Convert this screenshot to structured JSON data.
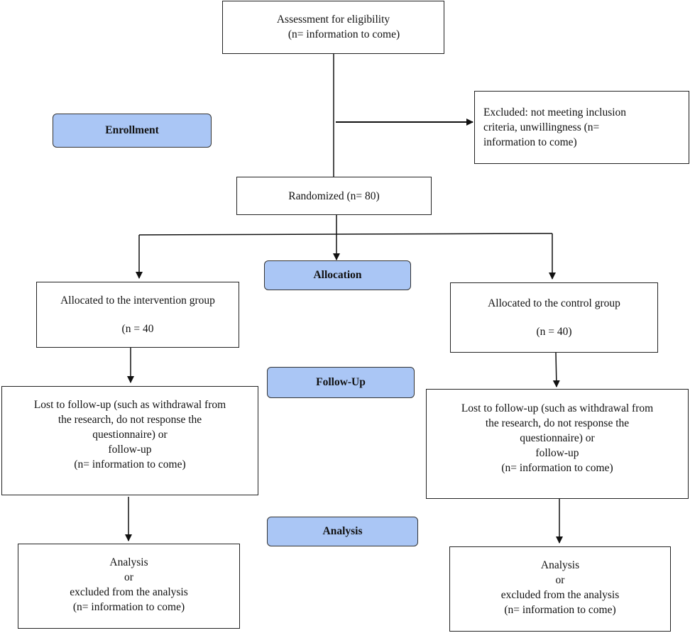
{
  "stage_labels": {
    "enrollment": "Enrollment",
    "allocation": "Allocation",
    "follow_up": "Follow-Up",
    "analysis": "Analysis"
  },
  "assessment": {
    "line1": "Assessment for eligibility",
    "line2": "(n= information to come)"
  },
  "excluded": {
    "line1": "Excluded: not meeting inclusion",
    "line2": "criteria, unwillingness (n=",
    "line3": "information to come)"
  },
  "randomized": {
    "text": "Randomized (n= 80)"
  },
  "intervention": {
    "allocated": {
      "line1": "Allocated to the intervention group",
      "line2": "(n = 40"
    },
    "follow_up": {
      "line1": "Lost to follow-up (such as withdrawal from",
      "line2": "the research, do not response the",
      "line3": "questionnaire) or",
      "line4": "follow-up",
      "line5": "(n= information to come)"
    },
    "analysis": {
      "line1": "Analysis",
      "line2": "or",
      "line3": "excluded from the analysis",
      "line4": "(n= information to come)"
    }
  },
  "control": {
    "allocated": {
      "line1": "Allocated to the control group",
      "line2": "(n = 40)"
    },
    "follow_up": {
      "line1": "Lost to follow-up (such as withdrawal from",
      "line2": "the research, do not response the",
      "line3": "questionnaire) or",
      "line4": "follow-up",
      "line5": "(n= information to come)"
    },
    "analysis": {
      "line1": "Analysis",
      "line2": "or",
      "line3": "excluded from the analysis",
      "line4": "(n= information to come)"
    }
  }
}
